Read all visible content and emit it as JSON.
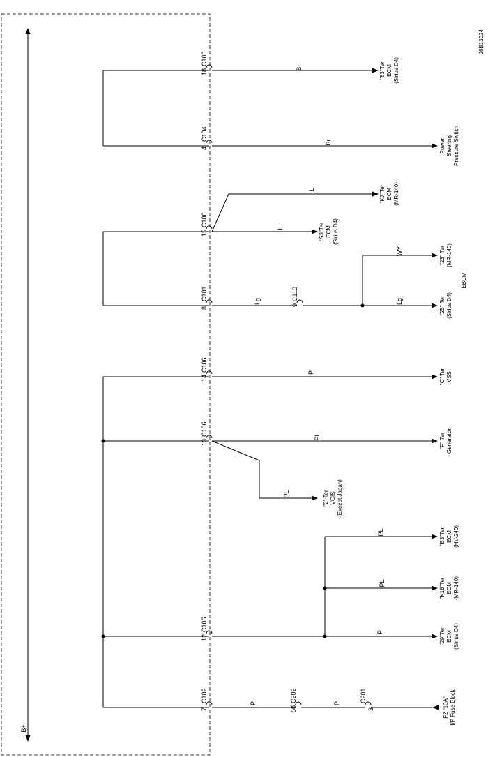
{
  "doc_id": "J6B13024",
  "bus_label": "B+",
  "wire_colors": {
    "br_1": "Br",
    "br_2": "Br",
    "l_1": "L",
    "l_2": "L",
    "lg_1": "Lg",
    "lg_2": "Lg",
    "wy": "WY",
    "p_1": "P",
    "pl_1": "PL",
    "pl_2": "PL",
    "pl_3": "PL",
    "pl_4": "PL",
    "p_2": "P",
    "p_3": "P",
    "p_4": "P"
  },
  "connectors": {
    "c106_18": {
      "pin": "18",
      "name": "C106"
    },
    "c104_4": {
      "pin": "4",
      "name": "C104"
    },
    "c106_15": {
      "pin": "15",
      "name": "C106"
    },
    "c101_8": {
      "pin": "8",
      "name": "C101"
    },
    "c110_9": {
      "pin": "9",
      "name": "C110"
    },
    "c106_14": {
      "pin": "14",
      "name": "C106"
    },
    "c106_13": {
      "pin": "13",
      "name": "C106"
    },
    "c106_12": {
      "pin": "12",
      "name": "C106"
    },
    "c102_7": {
      "pin": "7",
      "name": "C102"
    },
    "c202_58": {
      "pin": "58",
      "name": "C202"
    },
    "c201_3": {
      "pin": "3",
      "name": "C201"
    }
  },
  "terminals": {
    "ecm_83": [
      "\"83\"Ter",
      "ECM",
      "(Sirius D4)"
    ],
    "ps_switch": [
      "Power",
      "Steering",
      "Pressure Switch"
    ],
    "ecm_k7": [
      "\"K7\"Ter",
      "ECM",
      "(MR-140)"
    ],
    "ecm_53": [
      "\"53\"Ter",
      "ECM",
      "(Sirius D4)"
    ],
    "ebcm_23": [
      "\"23\" Ter",
      "(MR-140)"
    ],
    "ebcm_25": [
      "\"25\" Ter",
      "(Sirius D4)"
    ],
    "ebcm_label": [
      "EBCM"
    ],
    "vss": [
      "\"C\" Ter",
      "VSS"
    ],
    "generator": [
      "\"F\" Ter",
      "Generator"
    ],
    "vgis": [
      "\"2\" Ter",
      "VGIS",
      "(Except Japan)"
    ],
    "ecm_b3": [
      "\"B3\"Ter",
      "ECM",
      "(HV-240)"
    ],
    "ecm_k18": [
      "\"K18\"Ter",
      "ECM",
      "(MR-140)"
    ],
    "ecm_29": [
      "\"29\"Ter",
      "ECM",
      "(Sirius D4)"
    ],
    "fuse": [
      "F2 \"10A\"",
      "I/P Fuse Block"
    ]
  }
}
